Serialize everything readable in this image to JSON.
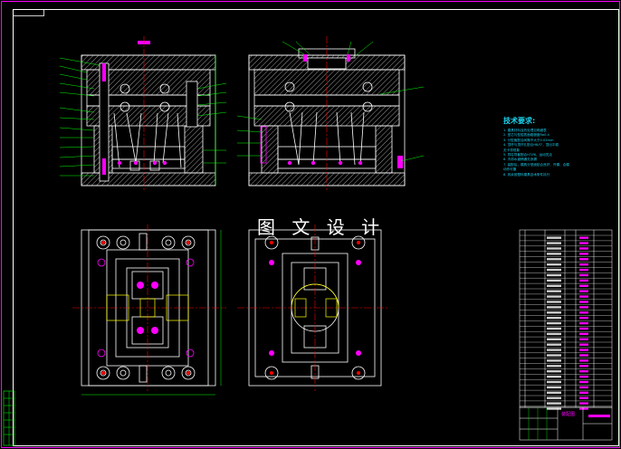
{
  "drawing": {
    "watermark_text": "图 文 设 计",
    "technical_requirements": {
      "title": "技术要求:",
      "items": [
        "1. 模具材料及热处理见明细表",
        "2. 型芯与型腔表面粗糙度Ra0.4",
        "3. 分型面配合间隙不大于0.02mm",
        "4. 顶杆与顶杆孔配合H8/f7，顶出平稳",
        "   无卡滞现象",
        "5. 导柱导套配合H7/f6，运动灵活",
        "6. 冷却水道畅通无渗漏",
        "7. 装配后，模具分型面贴合良好，开模、合模",
        "   动作可靠",
        "8. 其余按塑料模具技术条件执行"
      ]
    },
    "title_block_label": "装配图"
  },
  "colors": {
    "background": "#000000",
    "frame": "#ff00ff",
    "geometry": "#ffffff",
    "center_line": "#ff0000",
    "leader": "#00ff00",
    "text": "#19c8e8",
    "hatch": "#b0b0b0",
    "hole": "#ff0000"
  }
}
